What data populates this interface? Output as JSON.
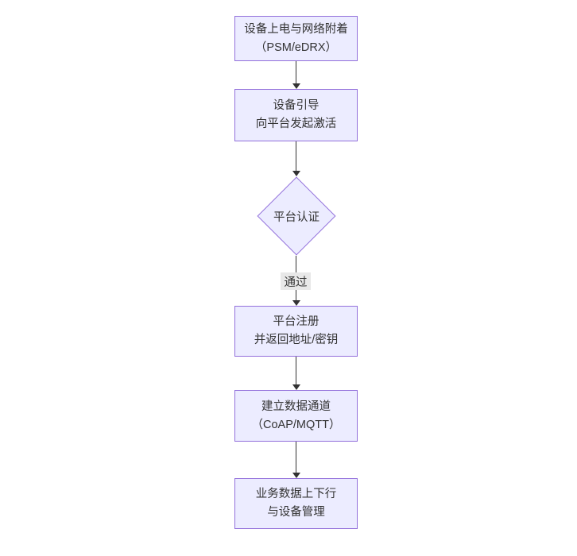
{
  "diagram": {
    "type": "flowchart-vertical",
    "colors": {
      "node_fill": "#ECECFF",
      "node_border": "#9370DB",
      "edge_color": "#333333",
      "text_color": "#333333",
      "edge_label_bg": "#e8e8e8",
      "background": "#ffffff"
    },
    "nodes": {
      "power_attach": {
        "shape": "rect",
        "line1": "设备上电与网络附着",
        "line2": "（PSM/eDRX）"
      },
      "bootstrap": {
        "shape": "rect",
        "line1": "设备引导",
        "line2": "向平台发起激活"
      },
      "auth": {
        "shape": "diamond",
        "line1": "平台认证"
      },
      "register": {
        "shape": "rect",
        "line1": "平台注册",
        "line2": "并返回地址/密钥"
      },
      "channel": {
        "shape": "rect",
        "line1": "建立数据通道",
        "line2": "（CoAP/MQTT）"
      },
      "business": {
        "shape": "rect",
        "line1": "业务数据上下行",
        "line2": "与设备管理"
      }
    },
    "edges": {
      "auth_pass_label": "通过"
    }
  }
}
